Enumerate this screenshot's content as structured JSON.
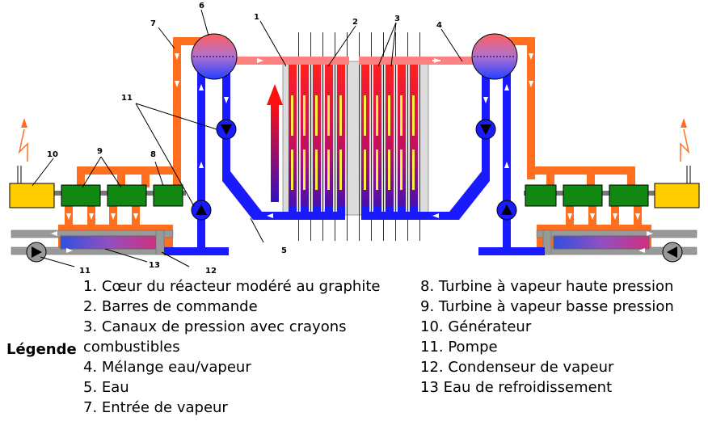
{
  "diagram": {
    "callouts": [
      "1",
      "2",
      "3",
      "4",
      "5",
      "6",
      "7",
      "8",
      "9",
      "10",
      "11",
      "11",
      "12",
      "13"
    ]
  },
  "legend": {
    "title": "Légende",
    "left": [
      "1. Cœur du réacteur modéré au graphite",
      "2. Barres de commande",
      "3. Canaux de pression avec crayons",
      "combustibles",
      "4. Mélange eau/vapeur",
      "5. Eau",
      "7. Entrée de vapeur"
    ],
    "right": [
      "8. Turbine à vapeur haute pression",
      "9. Turbine à vapeur basse pression",
      "10. Générateur",
      "11. Pompe",
      "12. Condenseur de vapeur",
      "13 Eau de refroidissement"
    ]
  },
  "colors": {
    "water": "#1a1aff",
    "steam": "#ff6f1f",
    "mix": "#ff8080",
    "turbine": "#118811",
    "generator": "#ffcc00",
    "fuel": "#ffee44",
    "rod": "#d81040"
  }
}
